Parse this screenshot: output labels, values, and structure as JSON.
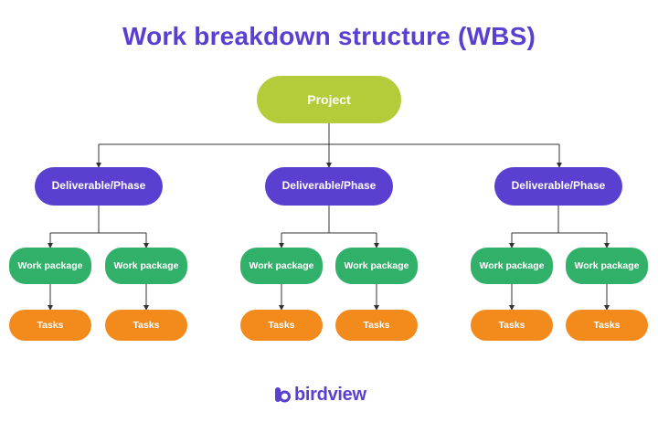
{
  "title": "Work breakdown structure (WBS)",
  "project": {
    "label": "Project"
  },
  "branches": [
    {
      "deliverable": "Deliverable/Phase",
      "work_packages": [
        {
          "label": "Work package",
          "task": "Tasks"
        },
        {
          "label": "Work package",
          "task": "Tasks"
        }
      ]
    },
    {
      "deliverable": "Deliverable/Phase",
      "work_packages": [
        {
          "label": "Work package",
          "task": "Tasks"
        },
        {
          "label": "Work package",
          "task": "Tasks"
        }
      ]
    },
    {
      "deliverable": "Deliverable/Phase",
      "work_packages": [
        {
          "label": "Work package",
          "task": "Tasks"
        },
        {
          "label": "Work package",
          "task": "Tasks"
        }
      ]
    }
  ],
  "logo": {
    "text": "birdview"
  },
  "colors": {
    "title": "#5b3fd0",
    "project": "#b5cc3a",
    "deliverable": "#5b3fd0",
    "work_package": "#31b06a",
    "task": "#f28a1c"
  }
}
